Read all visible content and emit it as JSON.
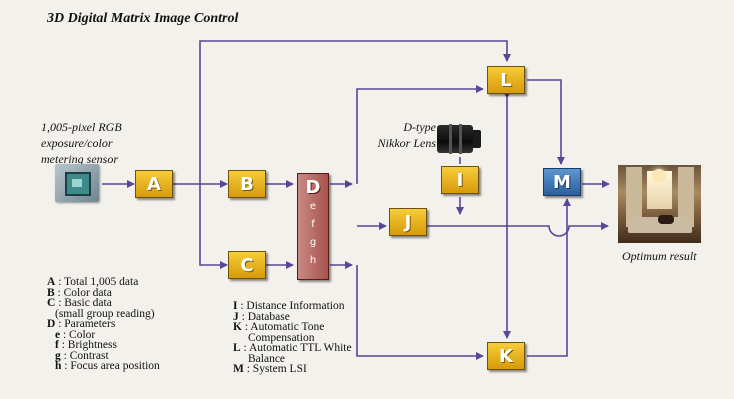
{
  "title": "3D Digital Matrix Image Control",
  "sensor_caption": [
    "1,005-pixel RGB",
    "exposure/color",
    "metering sensor"
  ],
  "lens_caption": [
    "D-type",
    "Nikkor Lens"
  ],
  "result_caption": "Optimum result",
  "boxes": {
    "A": "A",
    "B": "B",
    "C": "C",
    "I": "I",
    "J": "J",
    "K": "K",
    "L": "L",
    "M": "M"
  },
  "d_box": {
    "main": "D",
    "subs": [
      "e",
      "f",
      "g",
      "h"
    ]
  },
  "legend_left": [
    {
      "key": "A",
      "text": " : Total 1,005 data"
    },
    {
      "key": "B",
      "text": " : Color data"
    },
    {
      "key": "C",
      "text": " : Basic data"
    },
    {
      "key": "",
      "text": "(small group reading)"
    },
    {
      "key": "D",
      "text": " : Parameters"
    },
    {
      "key": "e",
      "text": " : Color"
    },
    {
      "key": "f",
      "text": " : Brightness"
    },
    {
      "key": "g",
      "text": " : Contrast"
    },
    {
      "key": "h",
      "text": " : Focus area position"
    }
  ],
  "legend_right": [
    {
      "key": "I",
      "text": " : Distance Information"
    },
    {
      "key": "J",
      "text": " : Database"
    },
    {
      "key": "K",
      "text": " : Automatic Tone"
    },
    {
      "key": "",
      "text": "Compensation"
    },
    {
      "key": "L",
      "text": " : Automatic TTL White"
    },
    {
      "key": "",
      "text": "Balance"
    },
    {
      "key": "M",
      "text": " : System LSI"
    }
  ],
  "colors": {
    "arrow": "#5a4696",
    "box": "#e8b41a",
    "m_box": "#3f7dbf",
    "d_box": "#b8625a"
  }
}
